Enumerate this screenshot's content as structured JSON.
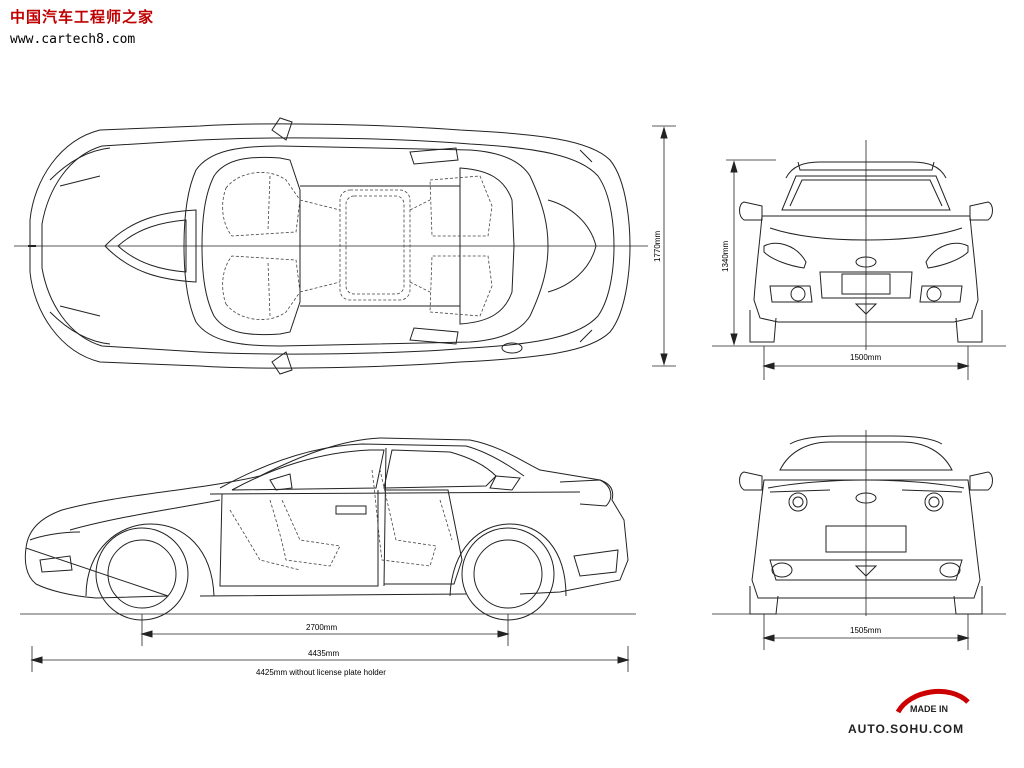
{
  "header": {
    "site_name": "中国汽车工程师之家",
    "site_url": "www.cartech8.com"
  },
  "dimensions": {
    "width_top": "1770mm",
    "height_front": "1340mm",
    "track_front": "1500mm",
    "track_rear": "1505mm",
    "wheelbase": "2700mm",
    "length": "4435mm",
    "length_note": "4425mm without license plate holder"
  },
  "logo": {
    "made_in": "MADE IN",
    "brand": "AUTO.SOHU.COM"
  },
  "colors": {
    "line": "#222222",
    "dash": "#444444",
    "logo_red": "#cc0000"
  }
}
